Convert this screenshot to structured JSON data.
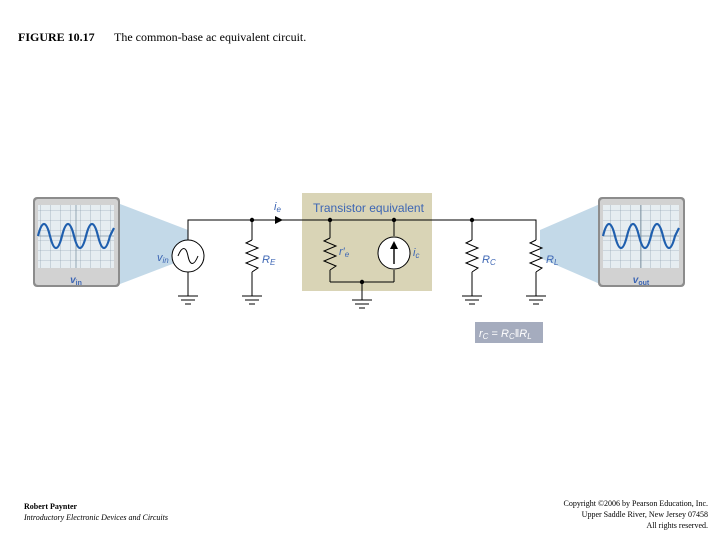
{
  "figure": {
    "number": "FIGURE 10.17",
    "caption": "The common-base ac equivalent circuit."
  },
  "circuit": {
    "box_title": "Transistor equivalent",
    "current_label": "i",
    "current_sub": "e",
    "vin_label": "v",
    "vin_sub": "in",
    "re_label": "R",
    "re_sub": "E",
    "re_prime_label": "r′",
    "re_prime_sub": "e",
    "ic_label": "i",
    "ic_sub": "c",
    "rc_label": "R",
    "rc_sub": "C",
    "rl_label": "R",
    "rl_sub": "L",
    "scope_in_label": "v",
    "scope_in_sub": "in",
    "scope_out_label": "v",
    "scope_out_sub": "out",
    "equation": {
      "lhs": "r",
      "lhs_sub": "C",
      "eq": " = ",
      "r1": "R",
      "r1_sub": "C",
      "sep": "‖",
      "r2": "R",
      "r2_sub": "L"
    }
  },
  "colors": {
    "box_fill": "#d9d4b6",
    "box_title": "#3d66b4",
    "label_blue": "#3d66b4",
    "equation_fill": "#a5acbe",
    "scope_wave": "#1f5fae",
    "scope_beam": "#c3d9e8"
  },
  "footer": {
    "author": "Robert Paynter",
    "book": "Introductory Electronic Devices and Circuits",
    "copyright_line1": "Copyright ©2006 by Pearson Education, Inc.",
    "copyright_line2": "Upper Saddle River, New Jersey 07458",
    "copyright_line3": "All rights reserved."
  }
}
